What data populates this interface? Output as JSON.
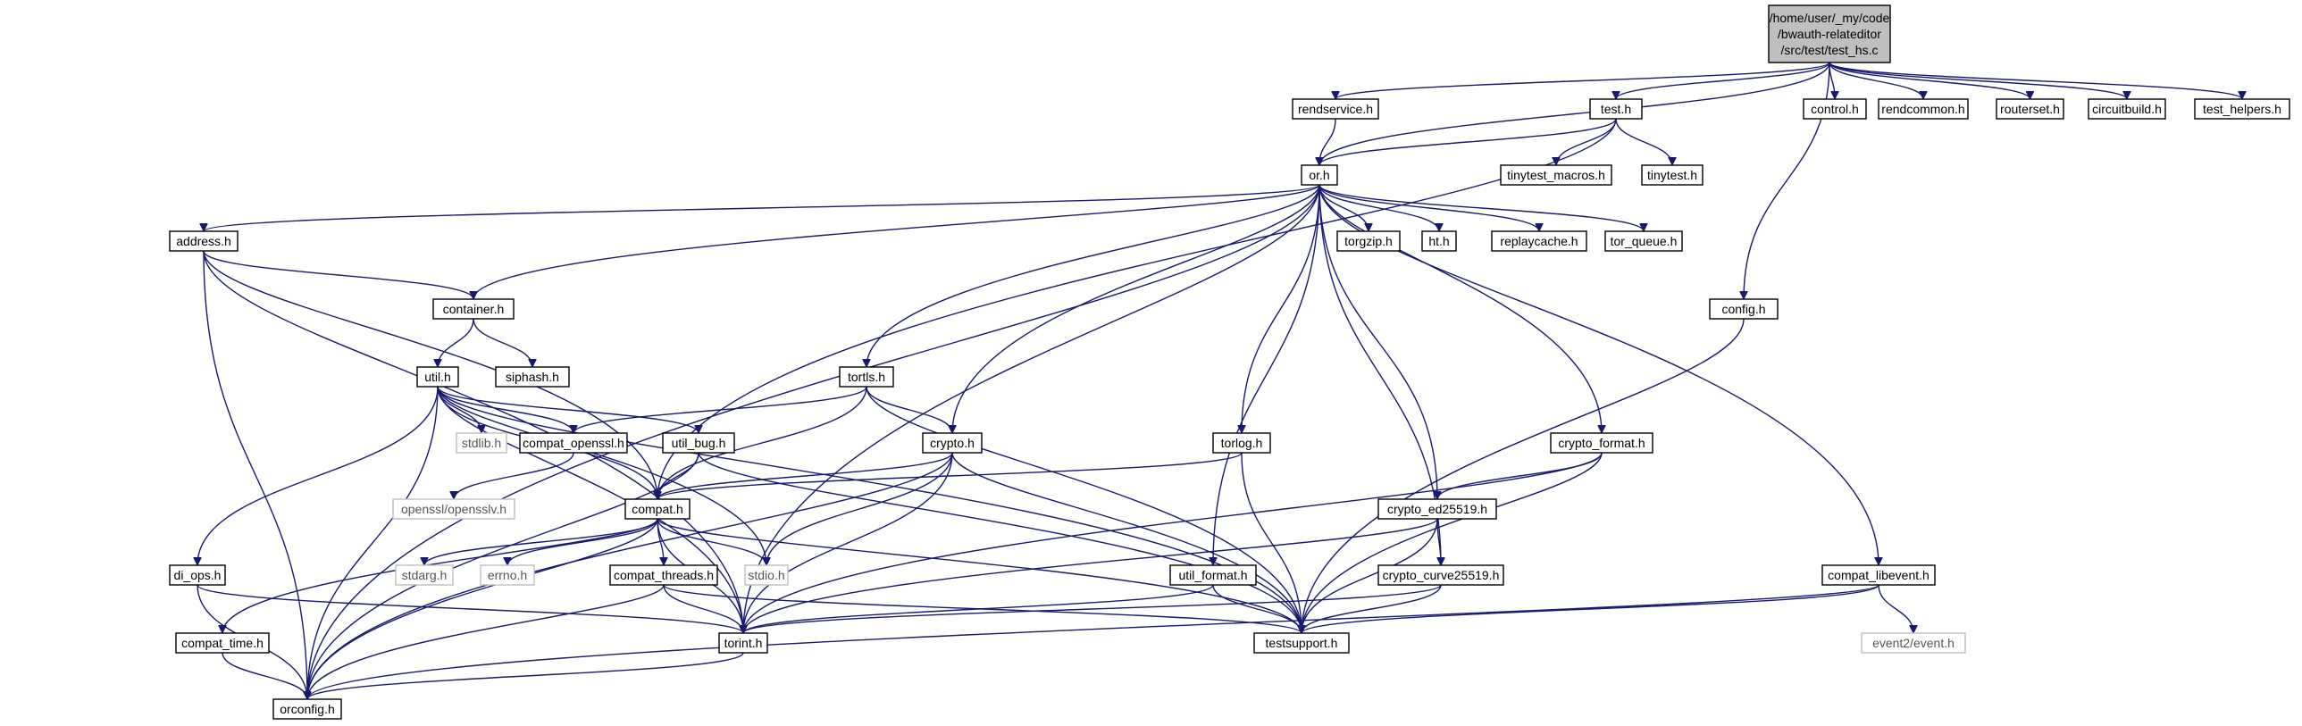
{
  "graph": {
    "root": {
      "id": "root",
      "lines": [
        "/home/user/_my/code",
        "/bwauth-relateditor",
        "/src/test/test_hs.c"
      ]
    },
    "nodes": [
      {
        "id": "rendservice",
        "label": "rendservice.h"
      },
      {
        "id": "test",
        "label": "test.h"
      },
      {
        "id": "control",
        "label": "control.h"
      },
      {
        "id": "rendcommon",
        "label": "rendcommon.h"
      },
      {
        "id": "routerset",
        "label": "routerset.h"
      },
      {
        "id": "circuitbuild",
        "label": "circuitbuild.h"
      },
      {
        "id": "test_helpers",
        "label": "test_helpers.h"
      },
      {
        "id": "or",
        "label": "or.h"
      },
      {
        "id": "tinytest_macros",
        "label": "tinytest_macros.h"
      },
      {
        "id": "tinytest",
        "label": "tinytest.h"
      },
      {
        "id": "address",
        "label": "address.h"
      },
      {
        "id": "torgzip",
        "label": "torgzip.h"
      },
      {
        "id": "ht",
        "label": "ht.h"
      },
      {
        "id": "replaycache",
        "label": "replaycache.h"
      },
      {
        "id": "tor_queue",
        "label": "tor_queue.h"
      },
      {
        "id": "container",
        "label": "container.h"
      },
      {
        "id": "config",
        "label": "config.h"
      },
      {
        "id": "util",
        "label": "util.h"
      },
      {
        "id": "siphash",
        "label": "siphash.h"
      },
      {
        "id": "tortls",
        "label": "tortls.h"
      },
      {
        "id": "stdlib",
        "label": "stdlib.h",
        "external": true
      },
      {
        "id": "compat_openssl",
        "label": "compat_openssl.h"
      },
      {
        "id": "util_bug",
        "label": "util_bug.h"
      },
      {
        "id": "crypto",
        "label": "crypto.h"
      },
      {
        "id": "torlog",
        "label": "torlog.h"
      },
      {
        "id": "crypto_format",
        "label": "crypto_format.h"
      },
      {
        "id": "opensslv",
        "label": "openssl/opensslv.h",
        "external": true
      },
      {
        "id": "compat",
        "label": "compat.h"
      },
      {
        "id": "crypto_ed25519",
        "label": "crypto_ed25519.h"
      },
      {
        "id": "di_ops",
        "label": "di_ops.h"
      },
      {
        "id": "stdarg",
        "label": "stdarg.h",
        "external": true
      },
      {
        "id": "errno",
        "label": "errno.h",
        "external": true
      },
      {
        "id": "compat_threads",
        "label": "compat_threads.h"
      },
      {
        "id": "stdio",
        "label": "stdio.h",
        "external": true
      },
      {
        "id": "util_format",
        "label": "util_format.h"
      },
      {
        "id": "crypto_curve25519",
        "label": "crypto_curve25519.h"
      },
      {
        "id": "compat_libevent",
        "label": "compat_libevent.h"
      },
      {
        "id": "compat_time",
        "label": "compat_time.h"
      },
      {
        "id": "torint",
        "label": "torint.h"
      },
      {
        "id": "testsupport",
        "label": "testsupport.h"
      },
      {
        "id": "event2_event",
        "label": "event2/event.h",
        "external": true
      },
      {
        "id": "orconfig",
        "label": "orconfig.h"
      }
    ],
    "edges": [
      [
        "root",
        "rendservice"
      ],
      [
        "root",
        "test"
      ],
      [
        "root",
        "or"
      ],
      [
        "root",
        "config"
      ],
      [
        "root",
        "control"
      ],
      [
        "root",
        "rendcommon"
      ],
      [
        "root",
        "routerset"
      ],
      [
        "root",
        "circuitbuild"
      ],
      [
        "root",
        "test_helpers"
      ],
      [
        "rendservice",
        "or"
      ],
      [
        "test",
        "or"
      ],
      [
        "test",
        "compat"
      ],
      [
        "test",
        "tinytest_macros"
      ],
      [
        "test",
        "tinytest"
      ],
      [
        "or",
        "address"
      ],
      [
        "or",
        "container"
      ],
      [
        "or",
        "tortls"
      ],
      [
        "or",
        "crypto"
      ],
      [
        "or",
        "torint"
      ],
      [
        "or",
        "util_format"
      ],
      [
        "or",
        "torlog"
      ],
      [
        "or",
        "crypto_ed25519"
      ],
      [
        "or",
        "crypto_curve25519"
      ],
      [
        "or",
        "crypto_format"
      ],
      [
        "or",
        "torgzip"
      ],
      [
        "or",
        "ht"
      ],
      [
        "or",
        "replaycache"
      ],
      [
        "or",
        "tor_queue"
      ],
      [
        "or",
        "orconfig"
      ],
      [
        "or",
        "compat_libevent"
      ],
      [
        "address",
        "container"
      ],
      [
        "address",
        "compat"
      ],
      [
        "address",
        "torint"
      ],
      [
        "address",
        "orconfig"
      ],
      [
        "container",
        "util"
      ],
      [
        "container",
        "siphash"
      ],
      [
        "util",
        "stdlib"
      ],
      [
        "util",
        "compat_openssl"
      ],
      [
        "util",
        "util_bug"
      ],
      [
        "util",
        "compat"
      ],
      [
        "util",
        "di_ops"
      ],
      [
        "util",
        "torint"
      ],
      [
        "util",
        "stdio"
      ],
      [
        "util",
        "testsupport"
      ],
      [
        "util",
        "orconfig"
      ],
      [
        "tortls",
        "compat_openssl"
      ],
      [
        "tortls",
        "crypto"
      ],
      [
        "tortls",
        "compat"
      ],
      [
        "tortls",
        "testsupport"
      ],
      [
        "compat_openssl",
        "opensslv"
      ],
      [
        "util_bug",
        "compat"
      ],
      [
        "util_bug",
        "testsupport"
      ],
      [
        "util_bug",
        "orconfig"
      ],
      [
        "crypto",
        "compat"
      ],
      [
        "crypto",
        "stdio"
      ],
      [
        "crypto",
        "torint"
      ],
      [
        "crypto",
        "testsupport"
      ],
      [
        "crypto",
        "orconfig"
      ],
      [
        "torlog",
        "compat"
      ],
      [
        "torlog",
        "testsupport"
      ],
      [
        "crypto_format",
        "crypto_ed25519"
      ],
      [
        "crypto_format",
        "testsupport"
      ],
      [
        "crypto_format",
        "torint"
      ],
      [
        "compat",
        "stdarg"
      ],
      [
        "compat",
        "errno"
      ],
      [
        "compat",
        "compat_threads"
      ],
      [
        "compat",
        "stdio"
      ],
      [
        "compat",
        "torint"
      ],
      [
        "compat",
        "testsupport"
      ],
      [
        "compat",
        "orconfig"
      ],
      [
        "compat",
        "compat_time"
      ],
      [
        "crypto_ed25519",
        "crypto_curve25519"
      ],
      [
        "crypto_ed25519",
        "torint"
      ],
      [
        "crypto_ed25519",
        "testsupport"
      ],
      [
        "crypto_curve25519",
        "torint"
      ],
      [
        "crypto_curve25519",
        "testsupport"
      ],
      [
        "util_format",
        "torint"
      ],
      [
        "util_format",
        "testsupport"
      ],
      [
        "compat_threads",
        "torint"
      ],
      [
        "compat_threads",
        "orconfig"
      ],
      [
        "compat_threads",
        "testsupport"
      ],
      [
        "di_ops",
        "torint"
      ],
      [
        "di_ops",
        "orconfig"
      ],
      [
        "compat_time",
        "orconfig"
      ],
      [
        "torint",
        "orconfig"
      ],
      [
        "compat_libevent",
        "testsupport"
      ],
      [
        "compat_libevent",
        "event2_event"
      ],
      [
        "compat_libevent",
        "orconfig"
      ],
      [
        "config",
        "testsupport"
      ]
    ]
  },
  "colors": {
    "edge": "#191970",
    "node_border": "#000000",
    "root_fill": "#bfbfbf",
    "external_border": "#bfbfbf"
  }
}
